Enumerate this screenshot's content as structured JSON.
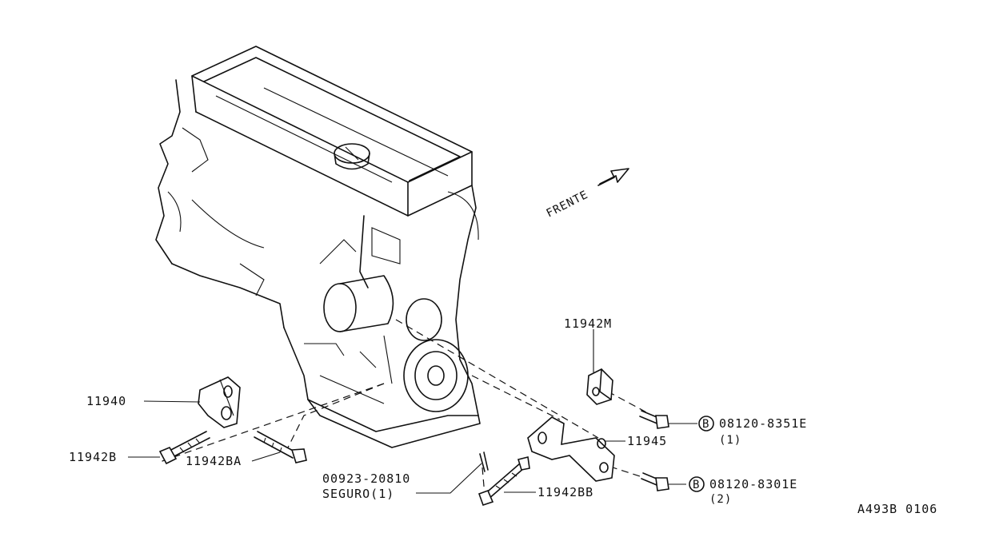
{
  "direction": "FRENTE",
  "figure_code": "A493B 0106",
  "bolt_symbol": "B",
  "parts": {
    "p11940": "11940",
    "p11942B": "11942B",
    "p11942BA": "11942BA",
    "p11942M": "11942M",
    "p11945": "11945",
    "p11942BB": "11942BB",
    "p00923": "00923-20810",
    "seguro": "SEGURO(1)",
    "bolt1_code": "08120-8351E",
    "bolt1_qty": "(1)",
    "bolt2_code": "08120-8301E",
    "bolt2_qty": "(2)"
  }
}
